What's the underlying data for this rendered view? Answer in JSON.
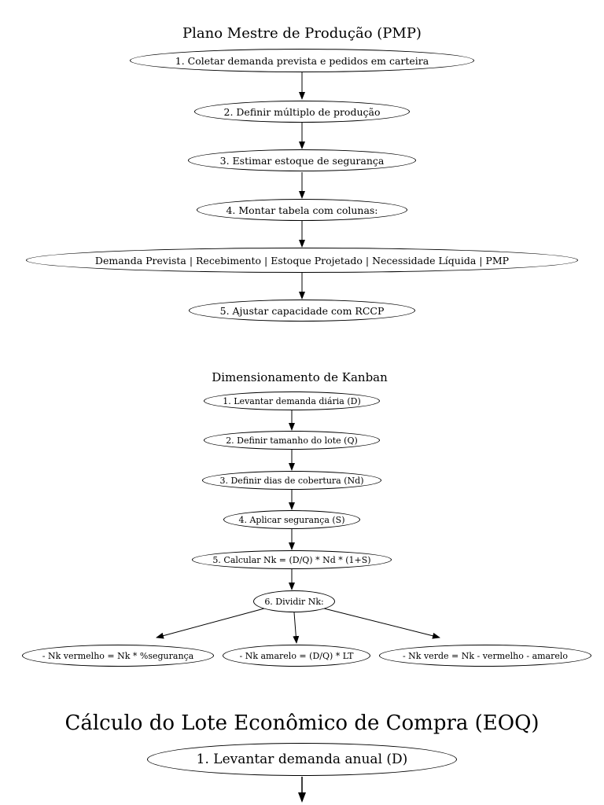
{
  "colors": {
    "background": "#ffffff",
    "stroke": "#000000",
    "text": "#000000"
  },
  "diagrams": [
    {
      "title": "Plano Mestre de Produção (PMP)",
      "nodes": [
        "1. Coletar demanda prevista e pedidos em carteira",
        "2. Definir múltiplo de produção",
        "3. Estimar estoque de segurança",
        "4. Montar tabela com colunas:",
        "Demanda Prevista | Recebimento | Estoque Projetado | Necessidade Líquida | PMP",
        "5. Ajustar capacidade com RCCP"
      ]
    },
    {
      "title": "Dimensionamento de Kanban",
      "nodes": [
        "1. Levantar demanda diária (D)",
        "2. Definir tamanho do lote (Q)",
        "3. Definir dias de cobertura (Nd)",
        "4. Aplicar segurança (S)",
        "5. Calcular Nk = (D/Q) * Nd * (1+S)",
        "6. Dividir Nk:",
        "- Nk vermelho = Nk * %segurança",
        "- Nk amarelo = (D/Q) * LT",
        "- Nk verde = Nk - vermelho - amarelo"
      ]
    },
    {
      "title": "Cálculo do Lote Econômico de Compra (EOQ)",
      "nodes": [
        "1. Levantar demanda anual (D)"
      ]
    }
  ]
}
